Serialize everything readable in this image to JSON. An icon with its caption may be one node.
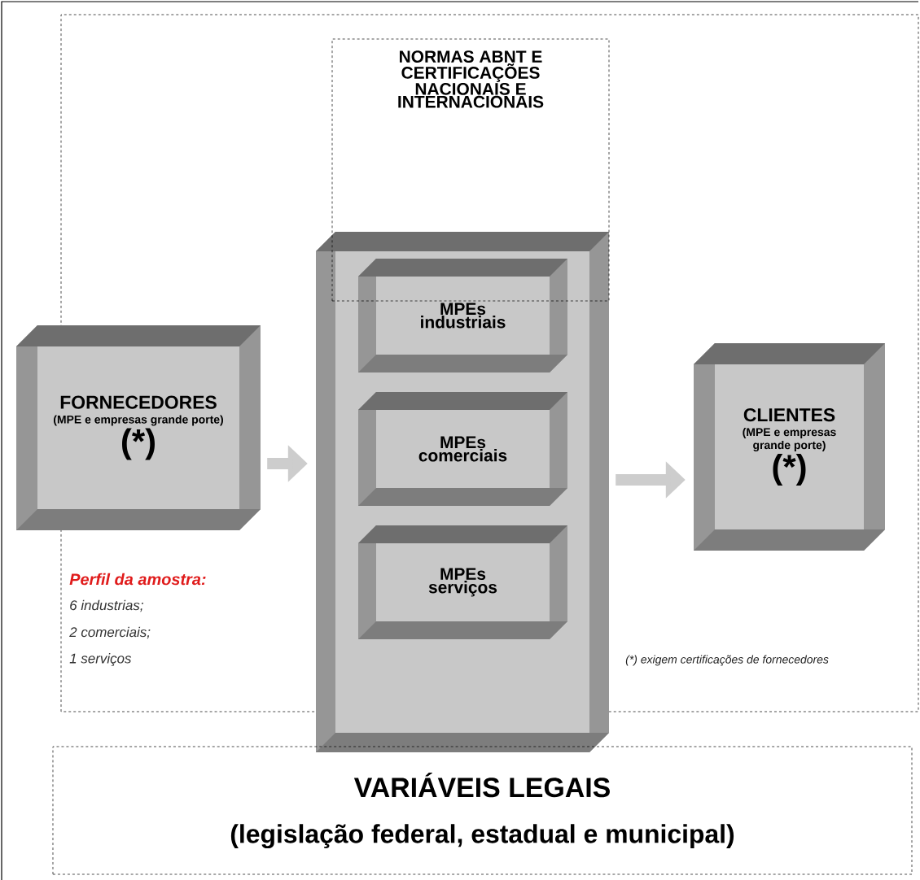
{
  "diagram": {
    "nodes": [
      {
        "text": [
          "NORMAS ABNT E CERTIFICAÇÕES NACIONAIS E INTERNACIONAIS"
        ]
      },
      {
        "text": [
          "FORNECEDORES",
          "(MPE e empresas grande porte)",
          "(*)"
        ]
      },
      {
        "text": [],
        "shape": "box"
      },
      {
        "text": [
          "MPEs industriais"
        ],
        "in": 2
      },
      {
        "text": [
          "MPEs comerciais"
        ],
        "in": 2
      },
      {
        "text": [
          "MPEs serviços"
        ],
        "in": 2
      },
      {
        "text": [
          "CLIENTES",
          "(MPE e empresas grande porte)",
          "(*)"
        ]
      },
      {
        "text": [
          "VARIÁVEIS LEGAIS",
          "(legislação federal, estadual e municipal)"
        ]
      }
    ],
    "edges": [
      {
        "from": 1,
        "to": 2,
        "arrow": "to"
      },
      {
        "from": 2,
        "to": 6,
        "arrow": "to"
      }
    ],
    "labels": [
      "Perfil da amostra:",
      "6 industrias;",
      "2 comerciais;",
      "1 serviços",
      "(*) exigem certificações de fornecedores"
    ]
  }
}
